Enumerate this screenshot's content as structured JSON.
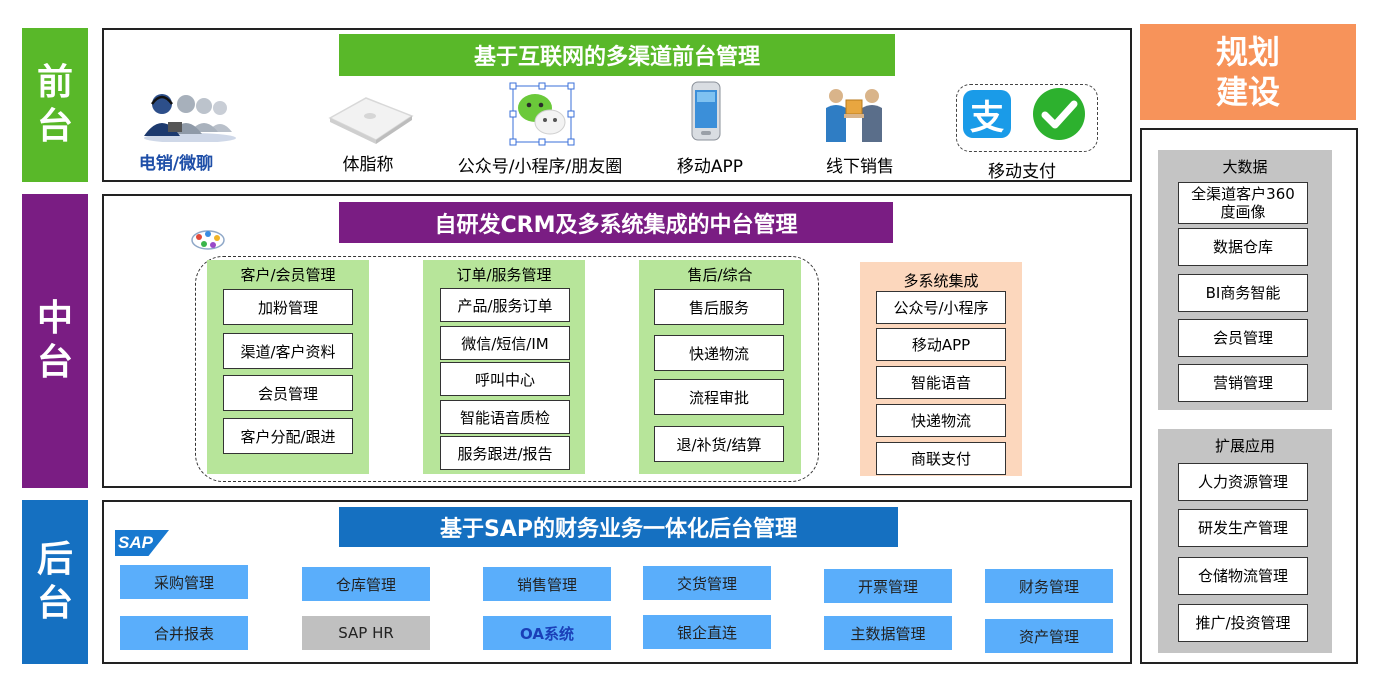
{
  "tiers": {
    "front": "前台",
    "middle": "中台",
    "back": "后台"
  },
  "planning": "规划建设",
  "front": {
    "title": "基于互联网的多渠道前台管理",
    "items": [
      {
        "label": "电销/微聊"
      },
      {
        "label": "体脂称"
      },
      {
        "label": "公众号/小程序/朋友圈"
      },
      {
        "label": "移动APP"
      },
      {
        "label": "线下销售"
      },
      {
        "label": "移动支付"
      }
    ],
    "alipay_glyph": "支"
  },
  "middle": {
    "title": "自研发CRM及多系统集成的中台管理",
    "columns": [
      {
        "title": "客户/会员管理",
        "items": [
          "加粉管理",
          "渠道/客户资料",
          "会员管理",
          "客户分配/跟进"
        ]
      },
      {
        "title": "订单/服务管理",
        "items": [
          "产品/服务订单",
          "微信/短信/IM",
          "呼叫中心",
          "智能语音质检",
          "服务跟进/报告"
        ]
      },
      {
        "title": "售后/综合",
        "items": [
          "售后服务",
          "快递物流",
          "流程审批",
          "退/补货/结算"
        ]
      },
      {
        "title": "多系统集成",
        "items": [
          "公众号/小程序",
          "移动APP",
          "智能语音",
          "快递物流",
          "商联支付"
        ]
      }
    ]
  },
  "back": {
    "title": "基于SAP的财务业务一体化后台管理",
    "logo": "SAP",
    "row1": [
      "采购管理",
      "仓库管理",
      "销售管理",
      "交货管理",
      "开票管理",
      "财务管理"
    ],
    "row2": [
      "合并报表",
      "SAP HR",
      "OA系统",
      "银企直连",
      "主数据管理",
      "资产管理"
    ]
  },
  "right": {
    "groups": [
      {
        "title": "大数据",
        "items": [
          "全渠道客户360度画像",
          "数据仓库",
          "BI商务智能",
          "会员管理",
          "营销管理"
        ]
      },
      {
        "title": "扩展应用",
        "items": [
          "人力资源管理",
          "研发生产管理",
          "仓储物流管理",
          "推广/投资管理"
        ]
      }
    ]
  },
  "colors": {
    "green": "#59b829",
    "purple": "#7a1d83",
    "blue": "#1570c1",
    "orange": "#f7935a",
    "light_green": "#b7e59a",
    "peach": "#fcd7bd",
    "tile_blue": "#5aaefb",
    "tile_gray": "#c0c0c0"
  }
}
